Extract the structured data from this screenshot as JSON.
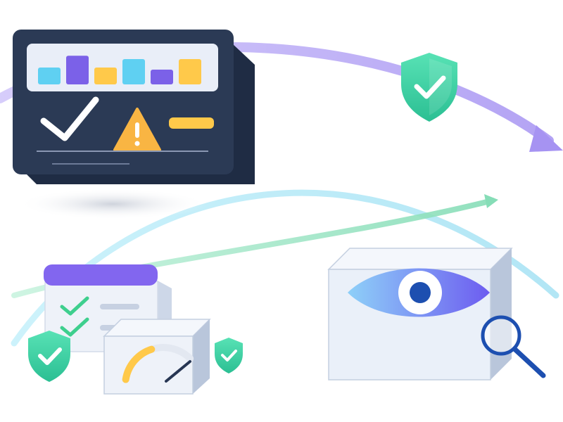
{
  "colors": {
    "background": "#ffffff",
    "dashboard_panel": "#2b3a55",
    "dashboard_screen": "#e9eef8",
    "bar_cyan": "#5fd0f2",
    "bar_purple": "#7b61e8",
    "bar_yellow": "#ffc94a",
    "check_white": "#ffffff",
    "warning_orange": "#f9b543",
    "shield_green": "#3ed6a6",
    "flow_purple": "#b8a7f5",
    "flow_cyan": "#b9ecf7",
    "flow_green": "#9fe8c8",
    "box_face": "#eaf0f9",
    "box_side": "#b9c6db",
    "eye_gradient_start": "#8ed0f8",
    "eye_gradient_end": "#6d5cf0",
    "pupil_blue": "#1d4fb0",
    "magnifier_blue": "#1d4fb0",
    "checklist_header": "#8266ef",
    "check_green": "#3ecf8e",
    "gauge_yellow": "#ffc94a",
    "needle_dark": "#273653"
  },
  "dashboard": {
    "bars": [
      {
        "level": 0.4,
        "color": "bar_cyan"
      },
      {
        "level": 0.68,
        "color": "bar_purple"
      },
      {
        "level": 0.4,
        "color": "bar_yellow"
      },
      {
        "level": 0.6,
        "color": "bar_cyan"
      },
      {
        "level": 0.35,
        "color": "bar_purple"
      },
      {
        "level": 0.6,
        "color": "bar_yellow"
      }
    ],
    "check_icon": "checkmark-icon",
    "warning_icon": "warning-triangle-icon"
  },
  "shields": {
    "icon": "shield-check-icon",
    "count": 3
  },
  "eye_box": {
    "eye_icon": "eye-icon",
    "magnifier_icon": "magnifier-icon"
  },
  "gauge": {
    "level": 0.5,
    "icon": "gauge-icon"
  },
  "checklist": {
    "checked_items": 2,
    "icon": "checklist-icon"
  }
}
